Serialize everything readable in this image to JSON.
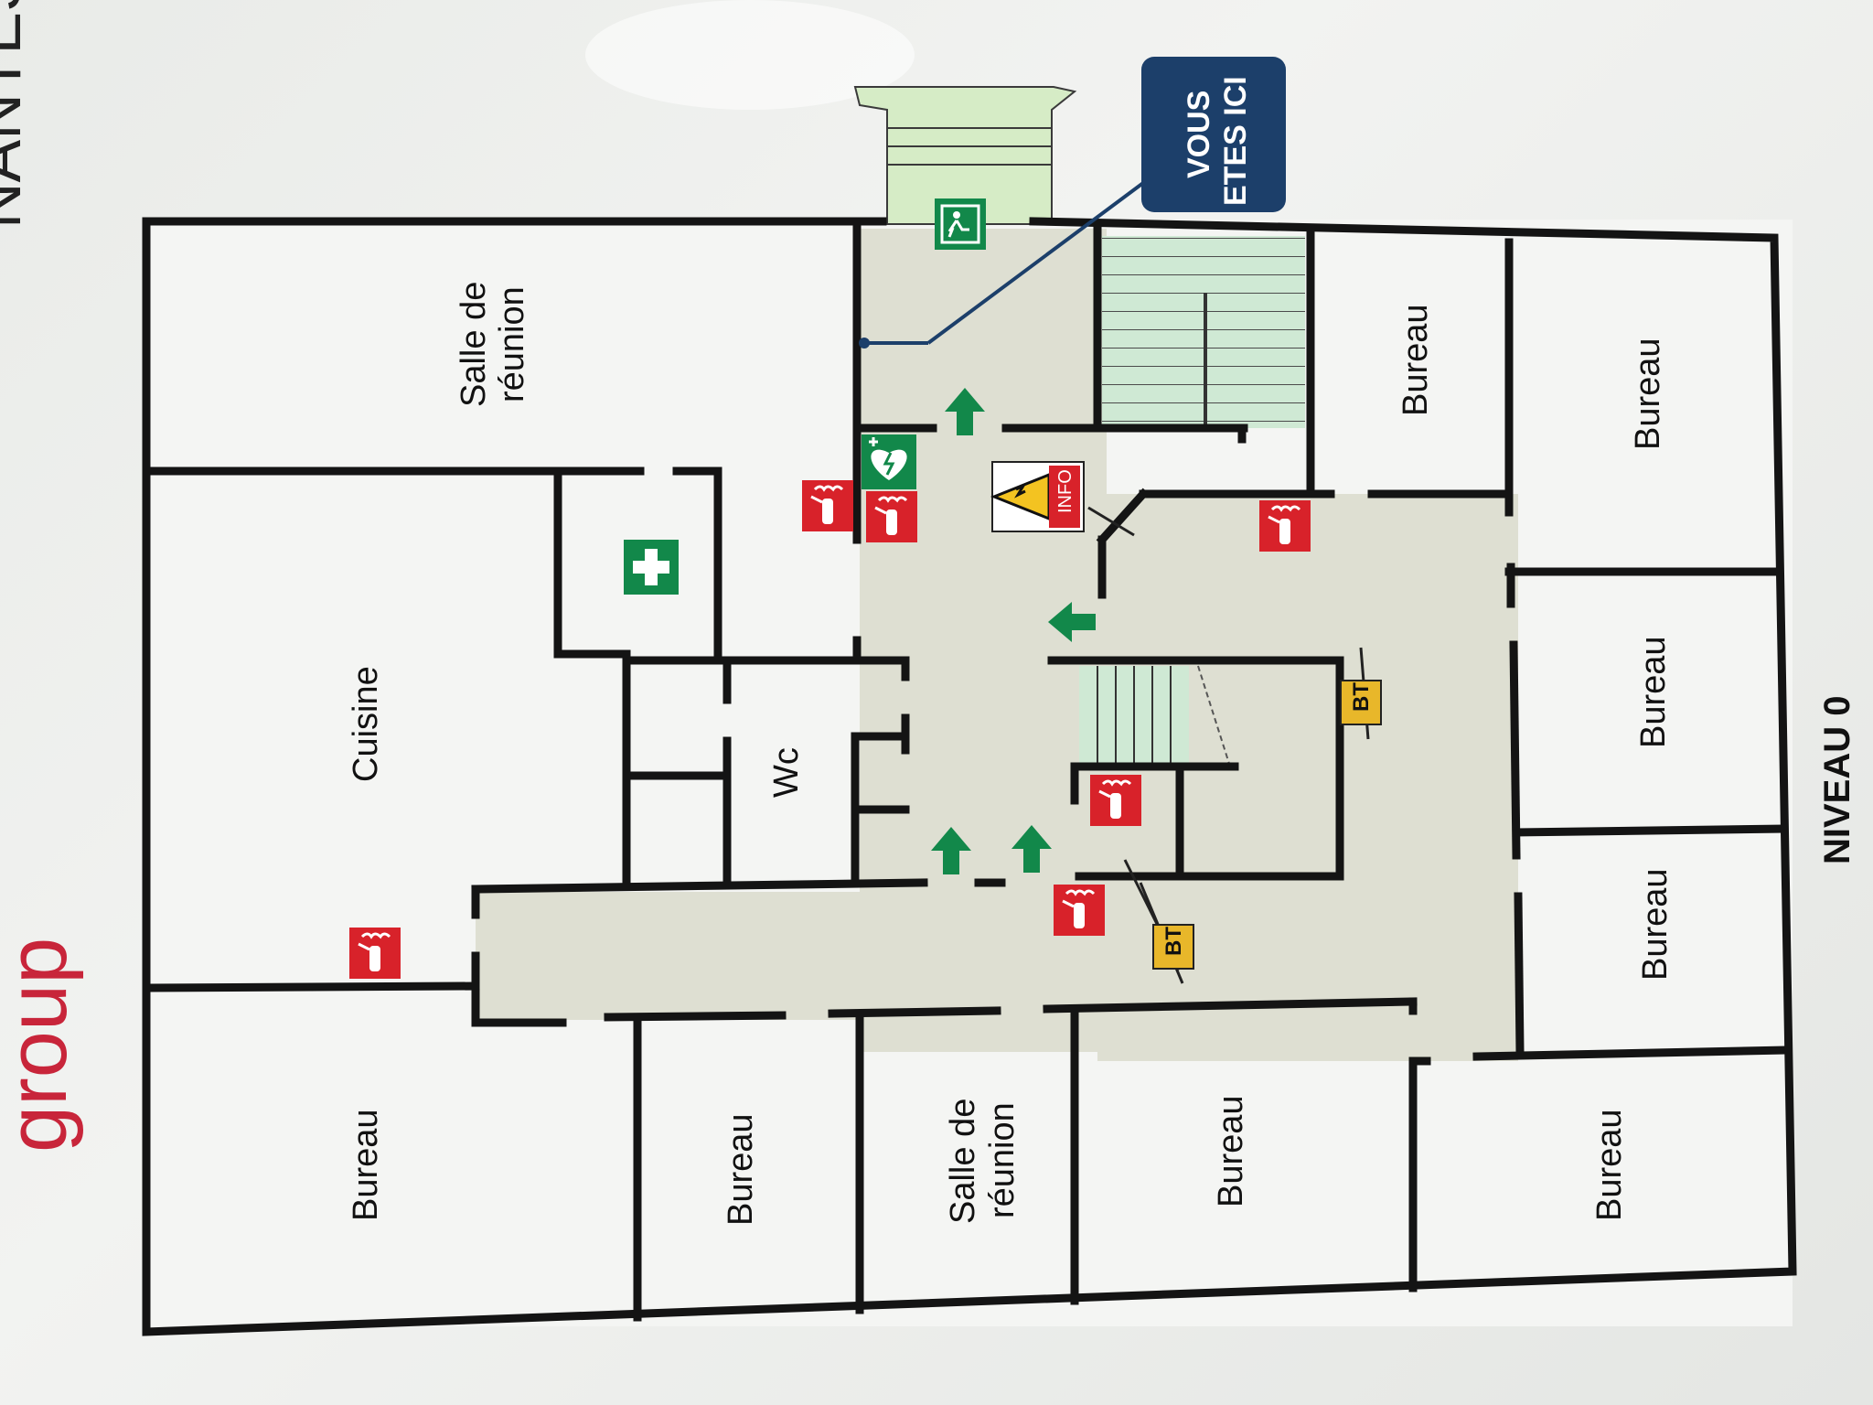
{
  "map": {
    "brand_text": "group",
    "title_fragment": "NANTES",
    "level_label": "NIVEAU 0",
    "you_are_here": [
      "VOUS",
      "ETES ICI"
    ],
    "rooms": {
      "meeting_top": [
        "Salle de",
        "réunion"
      ],
      "kitchen": "Cuisine",
      "wc": "Wc",
      "office_top_1": "Bureau",
      "office_right_1": "Bureau",
      "office_right_2": "Bureau",
      "office_right_3": "Bureau",
      "office_bottom_1": "Bureau",
      "office_bottom_2": "Bureau",
      "meeting_bottom": [
        "Salle de",
        "réunion"
      ],
      "office_bottom_3": "Bureau",
      "office_bottom_4": "Bureau"
    },
    "signs": {
      "info_label": "INFO",
      "bt_label": "BT"
    },
    "colors": {
      "walls": "#141414",
      "corridor": "#dedfd2",
      "stairs": "#cfe9d4",
      "safety_green": "#12884a",
      "fire_red": "#d8222a",
      "you_are_here_bg": "#1c3f6a",
      "bt_yellow": "#e8b72a"
    }
  }
}
